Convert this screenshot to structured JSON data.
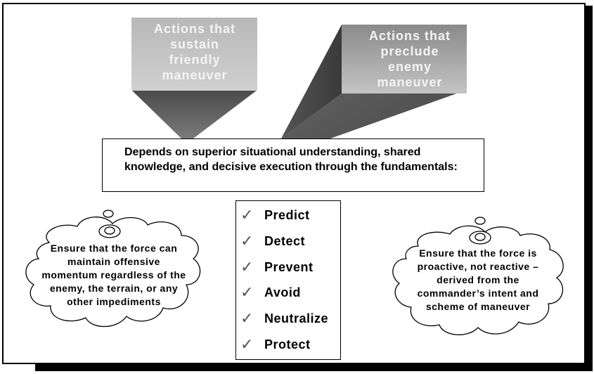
{
  "top_left_block": {
    "label": "Actions that\nsustain\nfriendly\nmaneuver"
  },
  "top_right_block": {
    "label": "Actions that\npreclude\nenemy\nmaneuver"
  },
  "center_box": {
    "text": "Depends on superior situational understanding, shared knowledge, and decisive execution through the fundamentals:"
  },
  "fundamentals": [
    {
      "label": "Predict",
      "icon": "checkmark-icon"
    },
    {
      "label": "Detect",
      "icon": "checkmark-icon"
    },
    {
      "label": "Prevent",
      "icon": "checkmark-icon"
    },
    {
      "label": "Avoid",
      "icon": "checkmark-icon"
    },
    {
      "label": "Neutralize",
      "icon": "checkmark-icon"
    },
    {
      "label": "Protect",
      "icon": "checkmark-icon"
    }
  ],
  "left_cloud": {
    "text": "Ensure that the force can maintain offensive momentum regardless of the enemy, the terrain, or any other impediments"
  },
  "right_cloud": {
    "text": "Ensure that the force is proactive, not reactive – derived from the commander’s intent and scheme of maneuver"
  },
  "colors": {
    "block_light": "#c8c8c8",
    "block_dark": "#5a5a5a",
    "frame": "#000000"
  }
}
